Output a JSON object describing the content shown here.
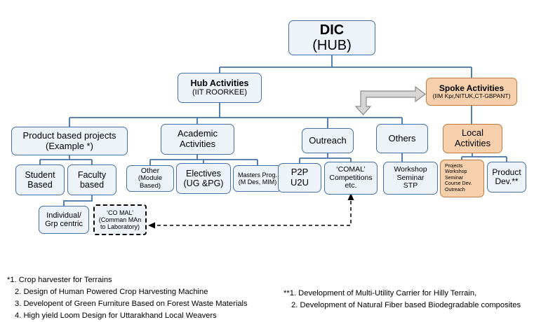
{
  "diagram": {
    "title_node": {
      "line1": "DIC",
      "line2": "(HUB)"
    },
    "hub": {
      "line1": "Hub Activities",
      "line2": "(IIT ROORKEE)"
    },
    "spoke": {
      "line1": "Spoke Activities",
      "line2": "(IIM Kpr,NITUK,CT-GBPANT)"
    },
    "level3": {
      "product": {
        "line1": "Product based projects",
        "line2": "(Example *)"
      },
      "academic": {
        "line1": "Academic",
        "line2": "Activities"
      },
      "outreach": {
        "line1": "Outreach",
        "line2": ""
      },
      "others": {
        "line1": "Others",
        "line2": ""
      },
      "local": {
        "line1": "Local",
        "line2": "Activities"
      }
    },
    "level4": {
      "student": {
        "line1": "Student",
        "line2": "Based"
      },
      "faculty": {
        "line1": "Faculty",
        "line2": "based"
      },
      "other_module": {
        "line1": "Other",
        "line2": "(Module Based)"
      },
      "electives": {
        "line1": "Electives",
        "line2": "(UG &PG)"
      },
      "masters": {
        "line1": "Masters Prog.",
        "line2": "(M Des, MIM)"
      },
      "p2p": {
        "line1": "P2P",
        "line2": "U2U"
      },
      "comal_comp": {
        "line1": "‘COMAL’",
        "line2": "Competitions",
        "line3": "etc."
      },
      "workshop": {
        "line1": "Workshop",
        "line2": "Seminar",
        "line3": "STP"
      },
      "local_list": {
        "i1": "Projects",
        "i2": "Workshop",
        "i3": "Seminar",
        "i4": "Course Dev.",
        "i5": "Outreach"
      },
      "product_dev": {
        "line1": "Product",
        "line2": "Dev.**"
      }
    },
    "level5": {
      "individual": {
        "line1": "Individual/",
        "line2": "Grp centric"
      },
      "comal_def": {
        "line1": "‘CO MAL’",
        "line2": "(Comman MAn",
        "line3": "to Laboratory)"
      }
    }
  },
  "footnotes": {
    "left": [
      "*1. Crop harvester for Terrains",
      "2. Design of Human Powered Crop Harvesting Machine",
      "3. Developent of Green Furniture Based on Forest Waste Materials",
      "4. High yield Loom Design for Uttarakhand Local Weavers"
    ],
    "right": [
      "**1. Development of Multi-Utility Carrier for Hilly Terrain,",
      "2. Development of Natural Fiber based Biodegradable composites"
    ]
  },
  "colors": {
    "box_fill": "#eef2f9",
    "box_border": "#4472a8",
    "orange_fill": "#f6cfac",
    "orange_border": "#c07a42",
    "connector": "#4472a8",
    "block_arrow": "#9a9a9a"
  }
}
